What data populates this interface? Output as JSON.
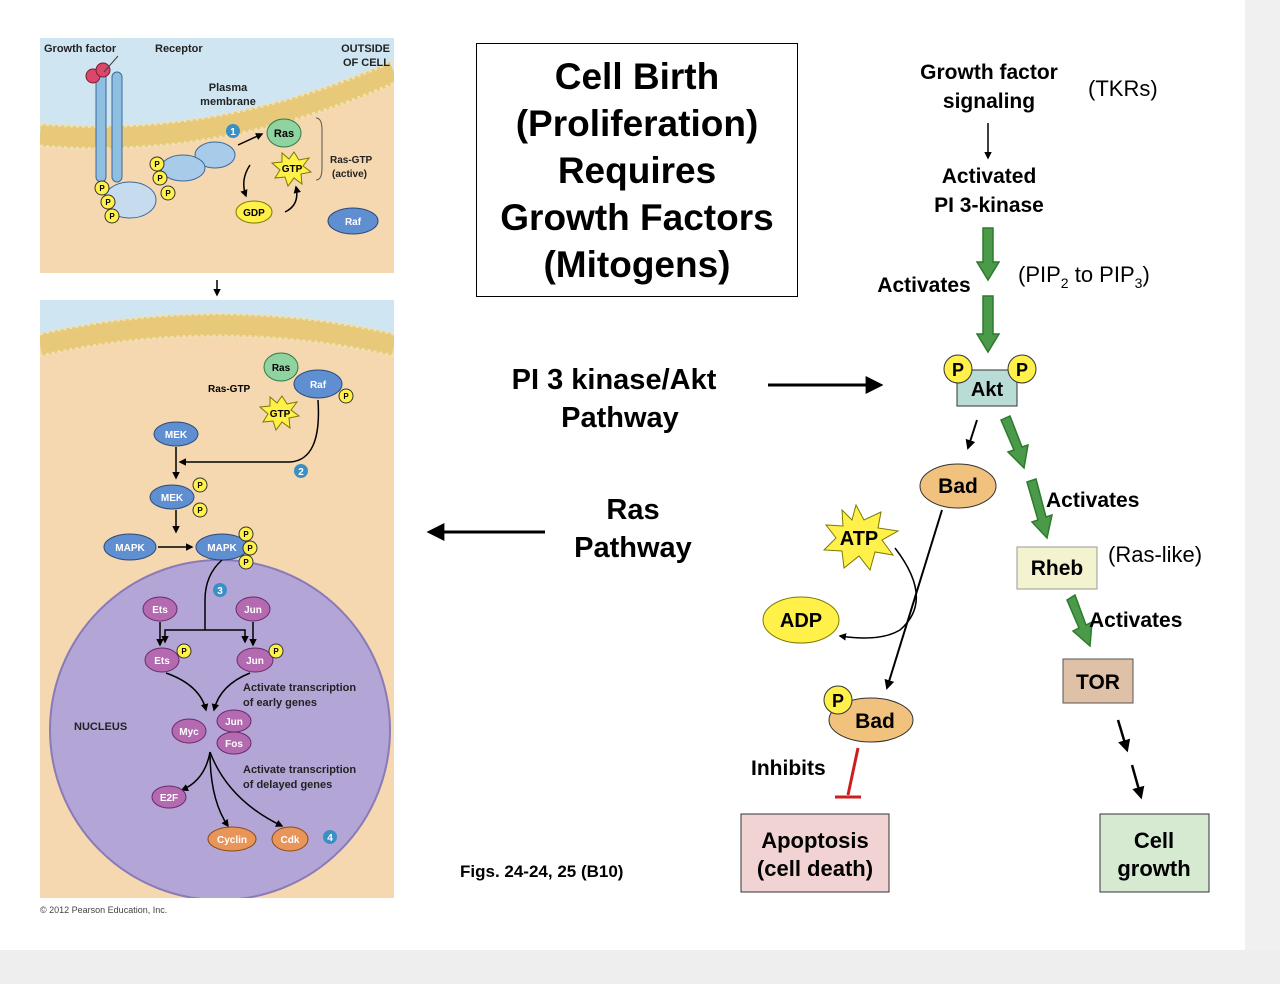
{
  "title": "Cell Birth\n(Proliferation)\nRequires\nGrowth Factors\n(Mitogens)",
  "figure_caption": "Figs. 24-24, 25 (B10)",
  "copyright": "© 2012 Pearson Education, Inc.",
  "pathway_labels": {
    "pi3k_line1": "PI 3 kinase/Akt",
    "pi3k_line2": "Pathway",
    "ras_line1": "Ras",
    "ras_line2": "Pathway"
  },
  "top_panel": {
    "growth_factor": "Growth factor",
    "receptor": "Receptor",
    "outside_line1": "OUTSIDE",
    "outside_line2": "OF CELL",
    "plasma_line1": "Plasma",
    "plasma_line2": "membrane",
    "step": "1",
    "ras": "Ras",
    "gtp": "GTP",
    "gdp": "GDP",
    "ras_gtp": "Ras-GTP",
    "active": "(active)",
    "raf": "Raf",
    "p": "P"
  },
  "bottom_panel": {
    "ras": "Ras",
    "raf": "Raf",
    "ras_gtp": "Ras-GTP",
    "gtp": "GTP",
    "mek": "MEK",
    "mapk": "MAPK",
    "ets": "Ets",
    "jun": "Jun",
    "fos": "Fos",
    "myc": "Myc",
    "e2f": "E2F",
    "cyclin": "Cyclin",
    "cdk": "Cdk",
    "nucleus": "NUCLEUS",
    "activate_early_1": "Activate transcription",
    "activate_early_2": "of early genes",
    "activate_delayed_1": "Activate transcription",
    "activate_delayed_2": "of delayed genes",
    "step2": "2",
    "step3": "3",
    "step4": "4",
    "p": "P"
  },
  "right_flow": {
    "gf_line1": "Growth factor",
    "gf_line2": "signaling",
    "tkrs": "(TKRs)",
    "activated_line1": "Activated",
    "activated_line2": "PI 3-kinase",
    "activates": "Activates",
    "pip_open": "(PIP",
    "pip_sub1": "2",
    "pip_mid": " to PIP",
    "pip_sub2": "3",
    "pip_close": ")",
    "akt": "Akt",
    "p": "P",
    "bad": "Bad",
    "activates2": "Activates",
    "rheb": "Rheb",
    "ras_like": "(Ras-like)",
    "atp": "ATP",
    "adp": "ADP",
    "activates3": "Activates",
    "tor": "TOR",
    "bad2": "Bad",
    "inhibits": "Inhibits",
    "apoptosis_line1": "Apoptosis",
    "apoptosis_line2": "(cell death)",
    "cell_growth_line1": "Cell",
    "cell_growth_line2": "growth"
  },
  "colors": {
    "membrane": "#e8c97a",
    "extracellular": "#cfe6f2",
    "cytoplasm": "#f5d7b0",
    "nucleus": "#b3a6d6",
    "protein_blue": "#5f8fd0",
    "ras_green": "#8fd3a0",
    "gtp_yellow": "#fff04a",
    "factor_purple": "#b36ab0",
    "cyclin_orange": "#e8955a",
    "green_arrow": "#4a9a4a",
    "bad_fill": "#f1c27d",
    "akt_fill": "#b9dcd6",
    "rheb_fill": "#f4f3cf",
    "tor_fill": "#dfc1a8",
    "apoptosis_fill": "#f2d3d3",
    "growth_fill": "#d6ead1",
    "inhibit_red": "#cc1e1e"
  }
}
